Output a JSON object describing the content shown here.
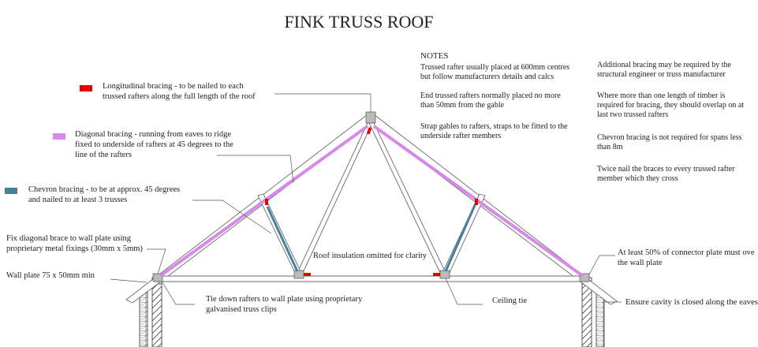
{
  "title": "FINK TRUSS ROOF",
  "colors": {
    "longitudinal_bracing": "#e60000",
    "diagonal_bracing": "#d689e6",
    "chevron_bracing": "#4a7f9a",
    "timber_outline": "#6a6a6a",
    "plate": "#bbbbbb"
  },
  "legend": {
    "longitudinal": [
      "Longitudinal bracing -  to be nailed to each",
      "trussed rafters along the full length of the roof"
    ],
    "diagonal": [
      "Diagonal bracing - running from eaves to ridge",
      "fixed to underside of rafters at 45 degrees to the",
      "line of the rafters"
    ],
    "chevron": [
      "Chevron bracing - to be at approx. 45 degrees",
      "and nailed to at least 3 trusses"
    ]
  },
  "labels": {
    "fix_diagonal": [
      "Fix diagonal brace to wall plate using",
      "proprietary metal fixings (30mm x 5mm)"
    ],
    "wall_plate": "Wall plate 75 x 50mm min",
    "tie_down": [
      "Tie down rafters to wall plate using proprietary",
      "galvanised truss clips"
    ],
    "insulation": "Roof insulation omitted for clarity",
    "ceiling_tie": "Ceiling tie",
    "connector_plate": [
      "At least 50% of connector plate must ove",
      "the wall plate"
    ],
    "cavity": "Ensure cavity is closed along the eaves"
  },
  "notes": {
    "heading": "NOTES",
    "left": [
      [
        "Trussed rafter usually placed at 600mm centres",
        "but follow manufacturers details and calcs"
      ],
      [
        "End trussed rafters normally placed no more",
        "than 50mm from the gable"
      ],
      [
        "Strap gables to rafters, straps to be fitted to the",
        "underside rafter members"
      ]
    ],
    "right": [
      [
        "Additional bracing may be required by the",
        "structural engineer or truss manufacturer"
      ],
      [
        "Where more than one length of timber is",
        "required for bracing, they should overlap on at",
        "last two trussed rafters"
      ],
      [
        "Chevron bracing is not required for spans less",
        "than 8m"
      ],
      [
        "Twice nail the braces to every trussed rafter",
        "member which they cross"
      ]
    ]
  }
}
